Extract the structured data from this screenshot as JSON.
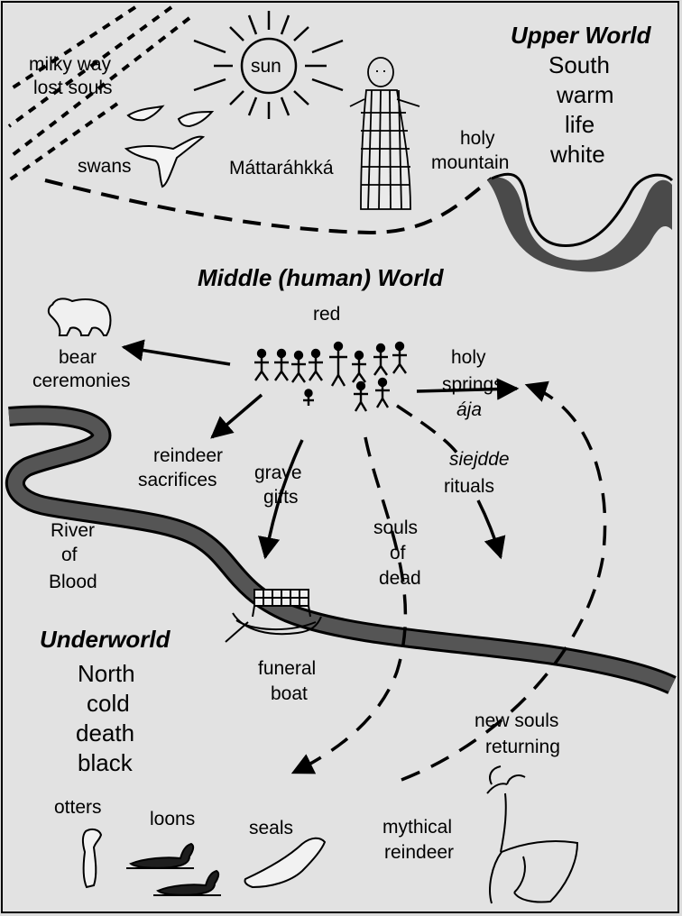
{
  "upper_world": {
    "title": "Upper World",
    "lines": [
      "South",
      "warm",
      "life",
      "white"
    ]
  },
  "middle_world": {
    "title": "Middle (human) World",
    "color_word": "red"
  },
  "underworld": {
    "title": "Underworld",
    "lines": [
      "North",
      "cold",
      "death",
      "black"
    ]
  },
  "labels": {
    "milky_way": [
      "milky way",
      "lost souls"
    ],
    "sun": "sun",
    "swans": "swans",
    "mattarahkka": "Máttaráhkká",
    "holy_mountain": [
      "holy",
      "mountain"
    ],
    "bear_ceremonies": [
      "bear",
      "ceremonies"
    ],
    "holy_springs": [
      "holy",
      "springs"
    ],
    "aja": "ája",
    "reindeer_sacrifices": [
      "reindeer",
      "sacrifices"
    ],
    "grave_gifts": [
      "grave",
      "gifts"
    ],
    "siejdde_rituals": [
      "siejdde",
      "rituals"
    ],
    "river_of_blood": [
      "River",
      "of",
      "Blood"
    ],
    "souls_of_dead": [
      "souls",
      "of",
      "dead"
    ],
    "funeral_boat": [
      "funeral",
      "boat"
    ],
    "new_souls_returning": [
      "new souls",
      "returning"
    ],
    "otters": "otters",
    "loons": "loons",
    "seals": "seals",
    "mythical_reindeer": [
      "mythical",
      "reindeer"
    ]
  },
  "colors": {
    "background": "#dcdcdc",
    "ink": "#000000",
    "river": "#555555",
    "mountain_shadow": "#4a4a4a"
  }
}
